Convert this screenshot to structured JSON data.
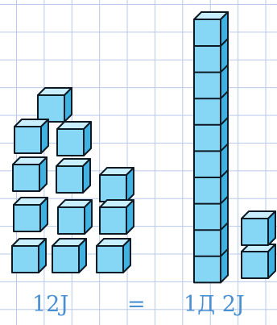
{
  "equation": {
    "left_label": "12J",
    "equals_sign": "=",
    "right_label": "1Д 2J"
  },
  "groups": {
    "loose_cubes": {
      "count": 12
    },
    "tall_column": {
      "count": 10
    },
    "right_ones": {
      "count": 2
    }
  },
  "colors": {
    "cube_front": "#86d7f6",
    "cube_top": "#c9efff",
    "cube_side": "#3fb2e2",
    "cube_outline": "#0d1a24",
    "caption_text": "#4a8fd1",
    "grid_line": "#b9c9ec"
  }
}
